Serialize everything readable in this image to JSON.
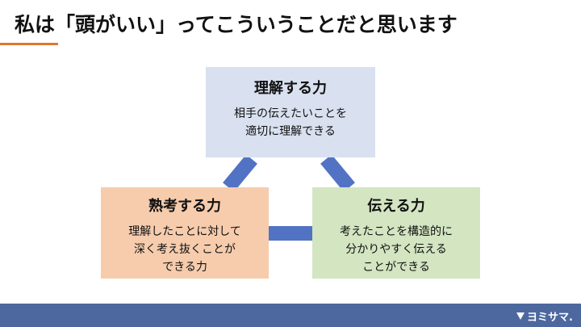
{
  "slide": {
    "title": "私は「頭がいい」ってこういうことだと思います"
  },
  "diagram": {
    "nodes": {
      "understand": {
        "title": "理解する力",
        "desc": [
          "相手の伝えたいことを",
          "適切に理解できる"
        ]
      },
      "think": {
        "title": "熟考する力",
        "desc": [
          "理解したことに対して",
          "深く考え抜くことが",
          "できる力"
        ]
      },
      "convey": {
        "title": "伝える力",
        "desc": [
          "考えたことを構造的に",
          "分かりやすく伝える",
          "ことができる"
        ]
      }
    },
    "colors": {
      "connector": "#5273c4",
      "understand_fill": "#d9e0ef",
      "think_fill": "#f6ccad",
      "convey_fill": "#d3e5c1",
      "accent_underline": "#e0762f",
      "footer": "#4c689f"
    }
  },
  "footer": {
    "logo_text": "ヨミサマ.",
    "logo_icon": "funnel-icon"
  }
}
